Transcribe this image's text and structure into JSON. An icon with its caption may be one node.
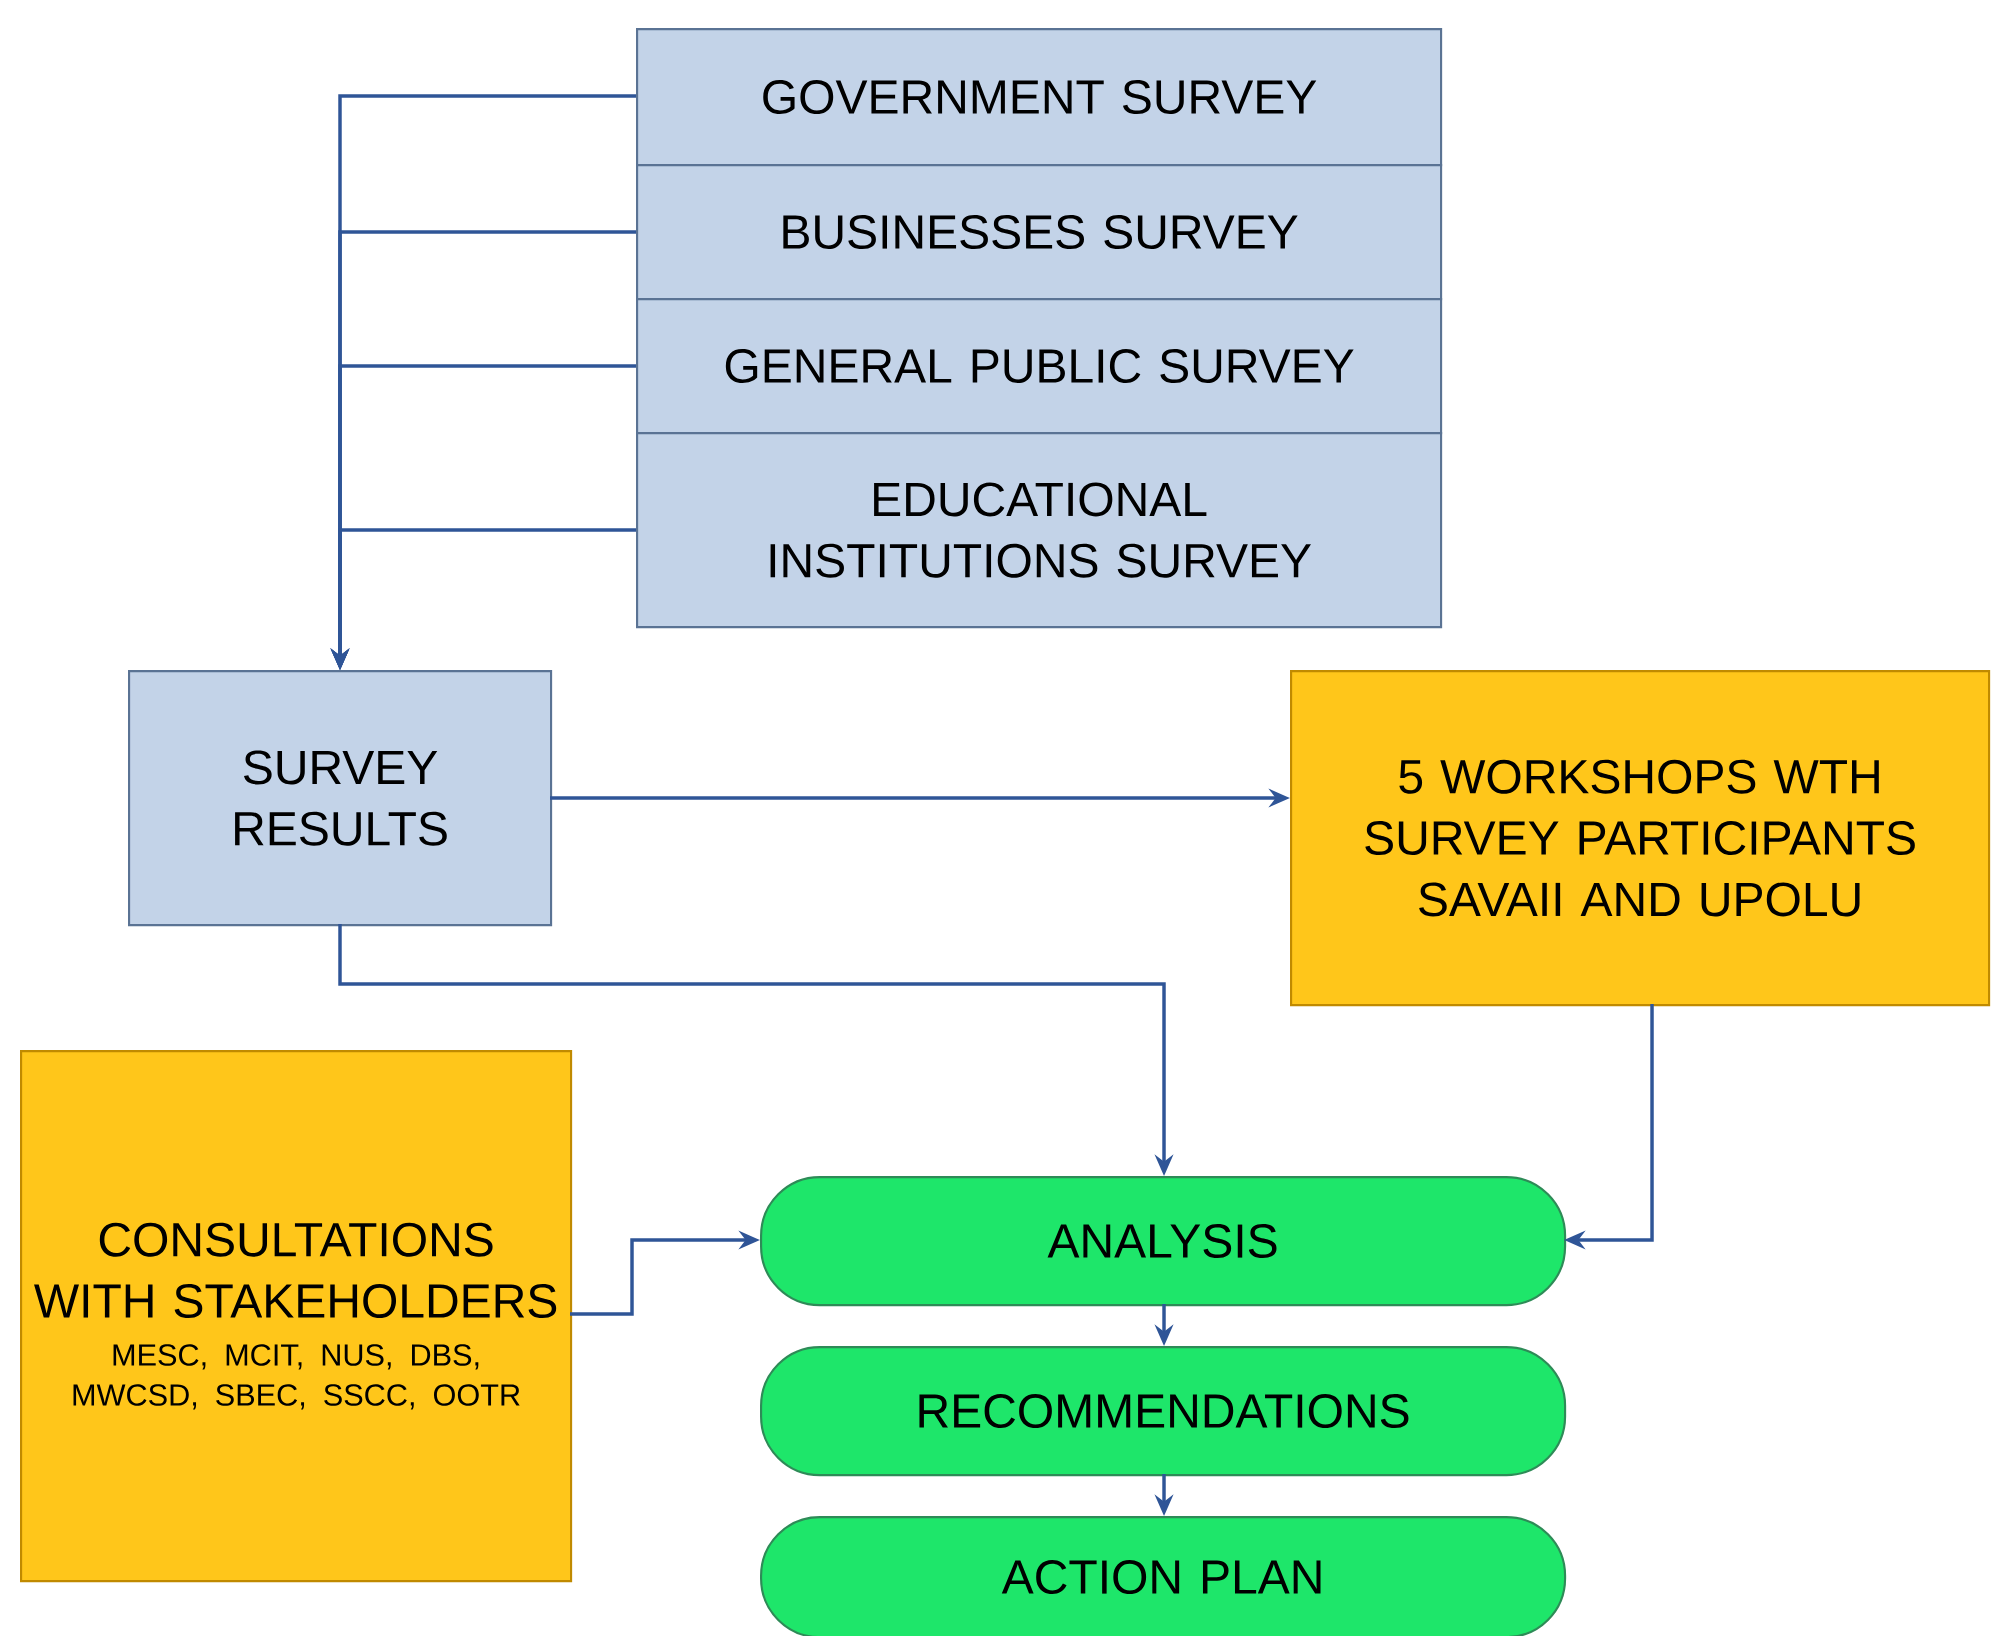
{
  "diagram": {
    "nodes": [
      {
        "text": [
          "GOVERNMENT SURVEY"
        ]
      },
      {
        "text": [
          "BUSINESSES SURVEY"
        ]
      },
      {
        "text": [
          "GENERAL PUBLIC SURVEY"
        ]
      },
      {
        "text": [
          "EDUCATIONAL INSTITUTIONS SURVEY"
        ]
      },
      {
        "text": [
          "SURVEY RESULTS"
        ]
      },
      {
        "text": [
          "5 WORKSHOPS WTH SURVEY PARTICIPANTS SAVAII AND UPOLU"
        ]
      },
      {
        "text": [
          "CONSULTATIONS WITH STAKEHOLDERS",
          "MESC, MCIT, NUS, DBS, MWCSD, SBEC, SSCC, OOTR"
        ]
      },
      {
        "text": [
          "ANALYSIS"
        ]
      },
      {
        "text": [
          "RECOMMENDATIONS"
        ]
      },
      {
        "text": [
          "ACTION PLAN"
        ]
      }
    ],
    "edges": [
      {
        "from": 0,
        "to": 4,
        "arrow": "to"
      },
      {
        "from": 1,
        "to": 4,
        "arrow": "to"
      },
      {
        "from": 2,
        "to": 4,
        "arrow": "to"
      },
      {
        "from": 3,
        "to": 4,
        "arrow": "to"
      },
      {
        "from": 4,
        "to": 5,
        "arrow": "to"
      },
      {
        "from": 4,
        "to": 7,
        "arrow": "to"
      },
      {
        "from": 5,
        "to": 7,
        "arrow": "to"
      },
      {
        "from": 6,
        "to": 7,
        "arrow": "to"
      },
      {
        "from": 7,
        "to": 8,
        "arrow": "to"
      },
      {
        "from": 8,
        "to": 9,
        "arrow": "to"
      }
    ]
  }
}
